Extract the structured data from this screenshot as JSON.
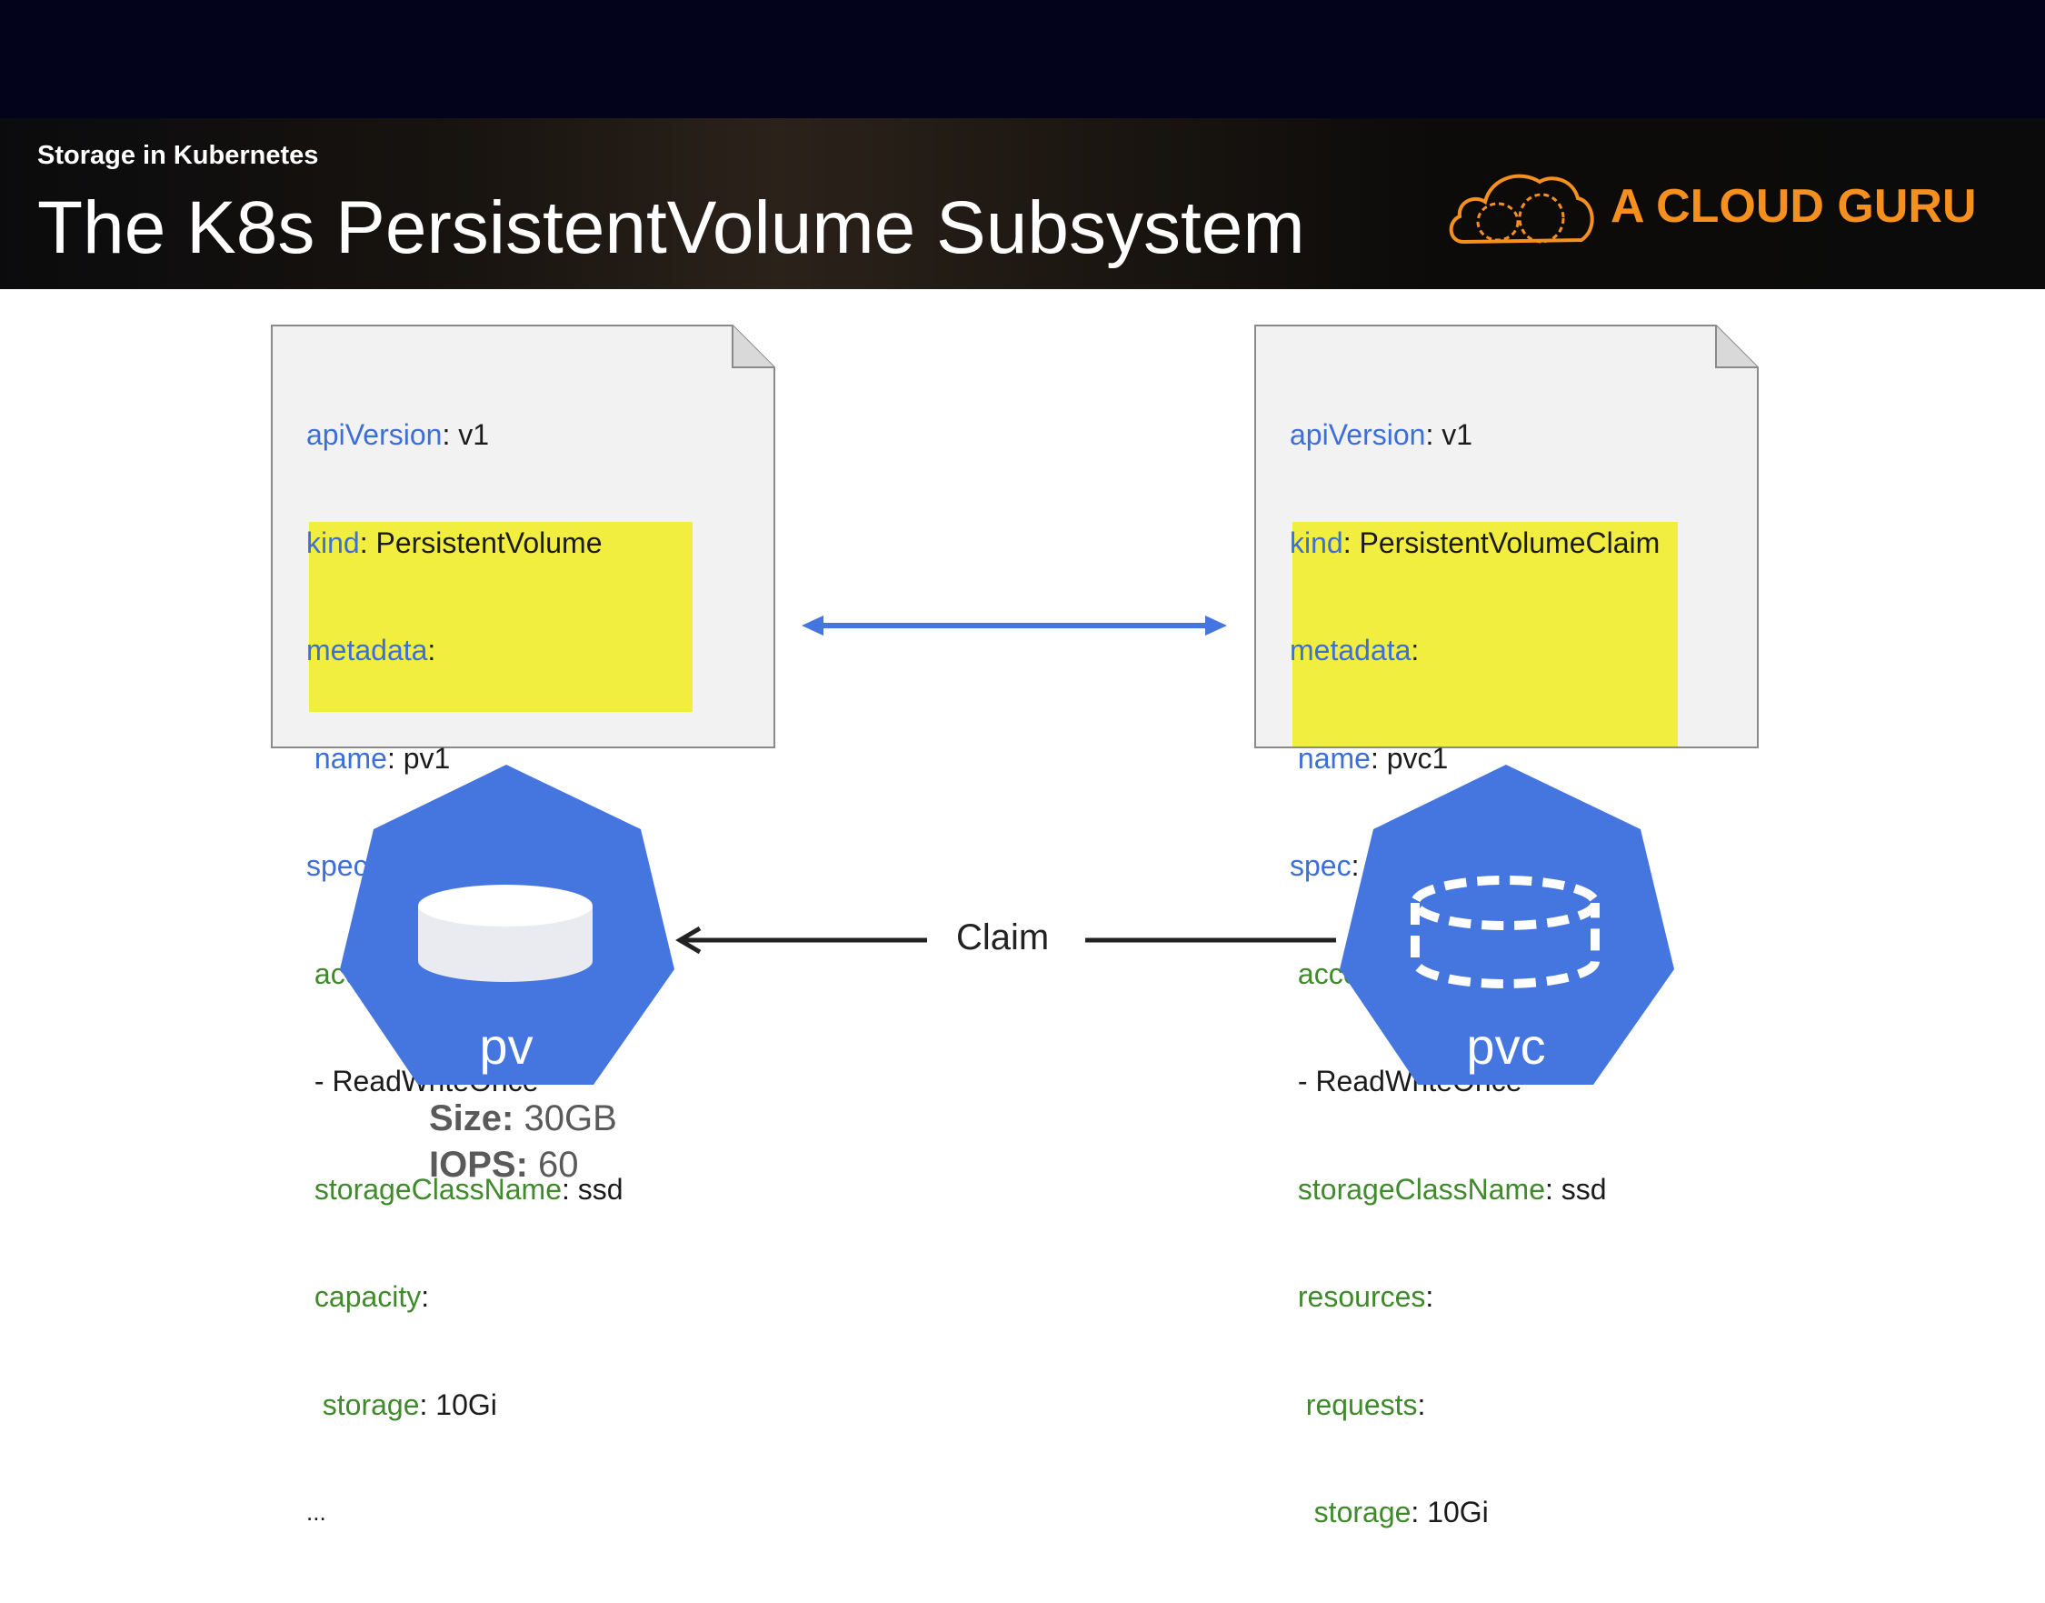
{
  "header": {
    "kicker": "Storage in Kubernetes",
    "title": "The K8s PersistentVolume Subsystem",
    "brand": "A CLOUD GURU"
  },
  "pv_manifest": {
    "lines": [
      {
        "key": "apiVersion",
        "sep": ": ",
        "value": "v1",
        "indent": "",
        "color": "blue"
      },
      {
        "key": "kind",
        "sep": ": ",
        "value": "PersistentVolume",
        "indent": "",
        "color": "blue"
      },
      {
        "key": "metadata",
        "sep": ":",
        "value": "",
        "indent": "",
        "color": "blue"
      },
      {
        "key": "name",
        "sep": ": ",
        "value": "pv1",
        "indent": " ",
        "color": "blue"
      },
      {
        "key": "spec",
        "sep": ":",
        "value": "",
        "indent": "",
        "color": "blue"
      },
      {
        "key": "accessModes",
        "sep": ":",
        "value": "",
        "indent": " ",
        "color": "green"
      },
      {
        "key": "",
        "sep": "",
        "value": "- ReadWriteOnce",
        "indent": " ",
        "color": "green"
      },
      {
        "key": "storageClassName",
        "sep": ": ",
        "value": "ssd",
        "indent": " ",
        "color": "green"
      },
      {
        "key": "capacity",
        "sep": ":",
        "value": "",
        "indent": " ",
        "color": "green"
      },
      {
        "key": "storage",
        "sep": ": ",
        "value": "10Gi",
        "indent": "  ",
        "color": "green"
      },
      {
        "key": "",
        "sep": "",
        "value": "...",
        "indent": "",
        "color": "blue"
      }
    ]
  },
  "pvc_manifest": {
    "lines": [
      {
        "key": "apiVersion",
        "sep": ": ",
        "value": "v1",
        "indent": "",
        "color": "blue"
      },
      {
        "key": "kind",
        "sep": ": ",
        "value": "PersistentVolumeClaim",
        "indent": "",
        "color": "blue"
      },
      {
        "key": "metadata",
        "sep": ":",
        "value": "",
        "indent": "",
        "color": "blue"
      },
      {
        "key": "name",
        "sep": ": ",
        "value": "pvc1",
        "indent": " ",
        "color": "blue"
      },
      {
        "key": "spec",
        "sep": ":",
        "value": "",
        "indent": "",
        "color": "blue"
      },
      {
        "key": "accessModes",
        "sep": ":",
        "value": "",
        "indent": " ",
        "color": "green"
      },
      {
        "key": "",
        "sep": "",
        "value": "- ReadWriteOnce",
        "indent": " ",
        "color": "green"
      },
      {
        "key": "storageClassName",
        "sep": ": ",
        "value": "ssd",
        "indent": " ",
        "color": "green"
      },
      {
        "key": "resources",
        "sep": ":",
        "value": "",
        "indent": " ",
        "color": "green"
      },
      {
        "key": "requests",
        "sep": ":",
        "value": "",
        "indent": "  ",
        "color": "green"
      },
      {
        "key": "storage",
        "sep": ": ",
        "value": "10Gi",
        "indent": "   ",
        "color": "green"
      }
    ]
  },
  "diagram": {
    "claim_label": "Claim",
    "pv_label": "pv",
    "pvc_label": "pvc",
    "pv_specs": [
      {
        "key": "Size:",
        "value": " 30GB"
      },
      {
        "key": "IOPS:",
        "value": " 60"
      }
    ]
  },
  "colors": {
    "k8s_blue": "#4576e0",
    "highlight": "#f2ee3f",
    "brand_orange": "#f5901f",
    "key_blue": "#3c6fd8",
    "key_green": "#3f8a2a"
  },
  "icons": {
    "brand": "cloud-icon",
    "pv": "disk-icon",
    "pvc": "dashed-disk-icon"
  }
}
